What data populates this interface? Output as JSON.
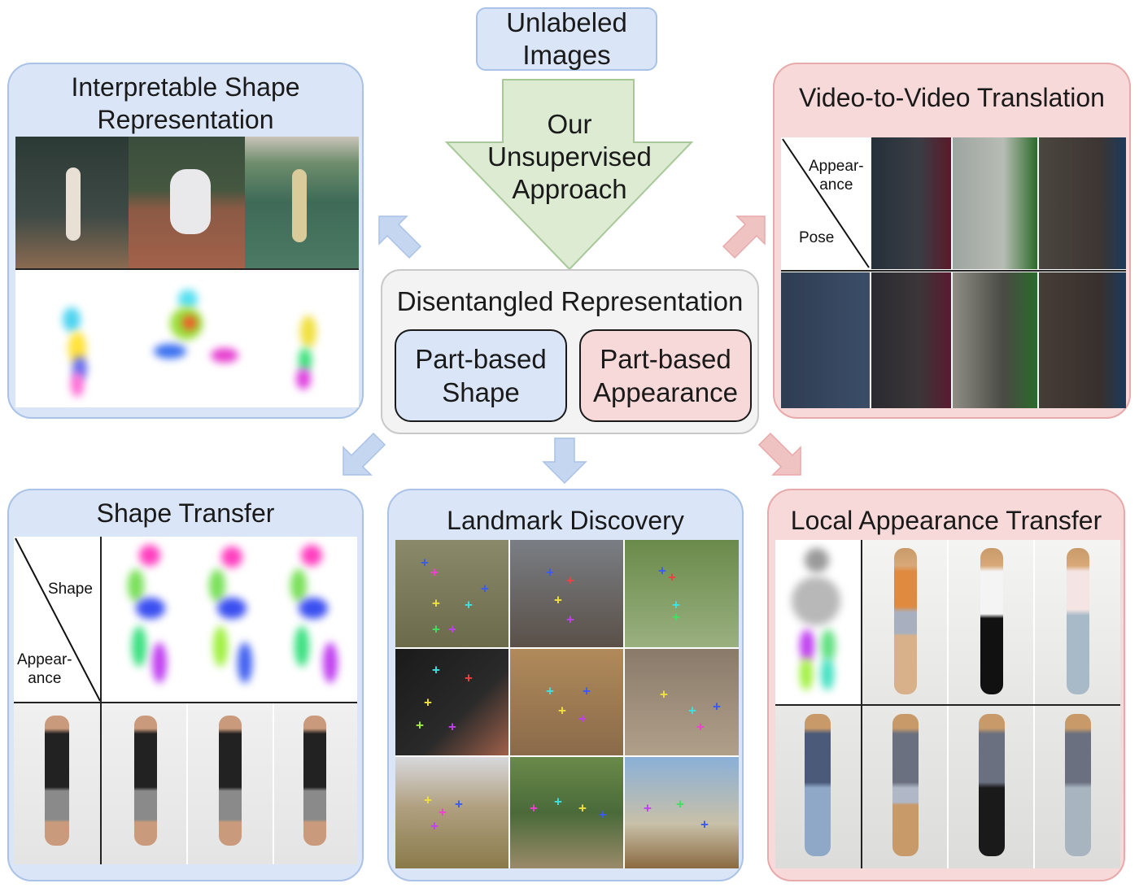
{
  "top": {
    "source": "Unlabeled\nImages",
    "approach": "Our\nUnsupervised\nApproach"
  },
  "center": {
    "title": "Disentangled Representation",
    "shape": "Part-based\nShape",
    "appearance": "Part-based\nAppearance"
  },
  "panels": {
    "interpretable": {
      "title": "Interpretable Shape\nRepresentation"
    },
    "video": {
      "title": "Video-to-Video Translation",
      "diag_top": "Appear-\nance",
      "diag_bottom": "Pose"
    },
    "shape_transfer": {
      "title": "Shape Transfer",
      "diag_top": "Shape",
      "diag_bottom": "Appear-\nance"
    },
    "landmark": {
      "title": "Landmark Discovery"
    },
    "local_appearance": {
      "title": "Local Appearance Transfer"
    }
  },
  "colors": {
    "blue_fill": "#dae6f7",
    "blue_border": "#a9c2e6",
    "pink_fill": "#f8d9d9",
    "pink_border": "#e7a9a9",
    "green_arrow": "#dcebd2",
    "green_arrow_border": "#a9c89a"
  }
}
